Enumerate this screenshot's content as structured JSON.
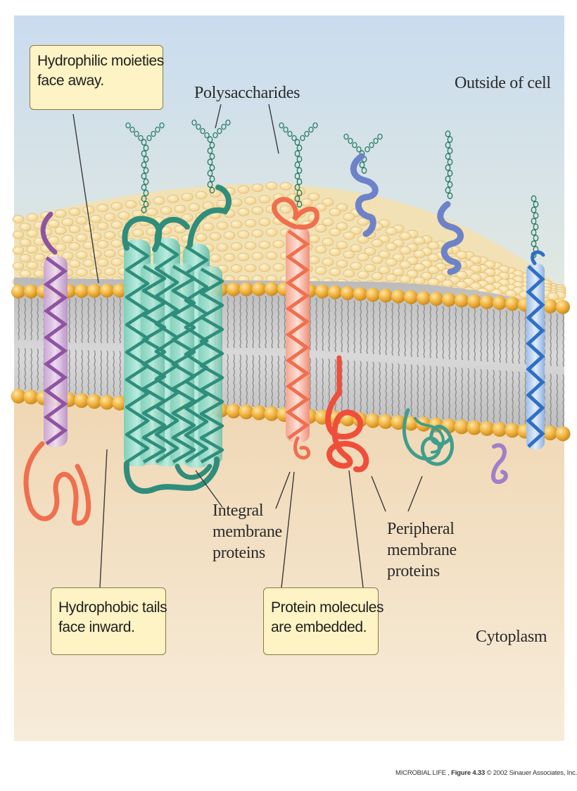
{
  "regions": {
    "outside": "Outside of cell",
    "inside": "Cytoplasm"
  },
  "labels": {
    "polysaccharides": "Polysaccharides",
    "integral": [
      "Integral",
      "membrane",
      "proteins"
    ],
    "peripheral": [
      "Peripheral",
      "membrane",
      "proteins"
    ]
  },
  "callouts": {
    "hydrophilic": [
      "Hydrophilic moieties",
      "face away."
    ],
    "hydrophobic": [
      "Hydrophobic tails",
      "face inward."
    ],
    "embedded": [
      "Protein molecules",
      "are embedded."
    ]
  },
  "credit": {
    "book": "MICROBIAL LIFE",
    "sep": " , ",
    "figure": "Figure 4.33",
    "copyright": "© 2002 Sinauer Associates, Inc."
  },
  "colors": {
    "sky_top": "#c9dcef",
    "sky_bottom": "#e9ecdc",
    "cytoplasm_top": "#efd5b0",
    "cytoplasm_bottom": "#f7ecda",
    "lipid_head": "#f1b443",
    "lipid_head_highlight": "#fde6a0",
    "lipid_tail": "#8c8c8c",
    "bundle_protein": "#3f9e8c",
    "embedded_protein": "#ef7f62",
    "embedded_protein_light": "#f7b9a6",
    "left_protein": "#8e54a0",
    "right_protein": "#2f6fc4",
    "small_protein": "#7b86c8",
    "callout_fill": "#fdf3c4"
  },
  "icons": {
    "lipid": "lipid-molecule-icon",
    "helix": "alpha-helix-icon",
    "glycan": "polysaccharide-chain-icon"
  }
}
